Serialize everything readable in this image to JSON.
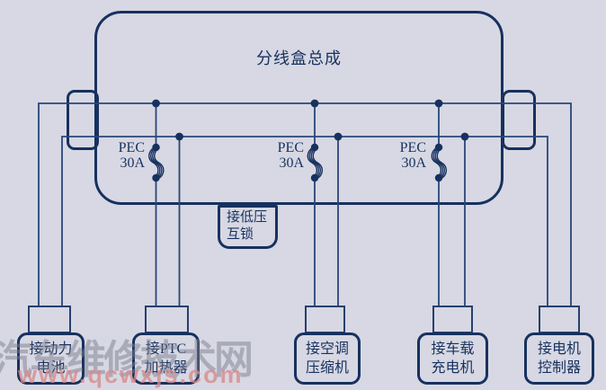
{
  "diagram": {
    "title": "分线盒总成",
    "interlock": {
      "line1": "接低压",
      "line2": "互锁"
    },
    "fuses": [
      {
        "name": "PEC",
        "rating": "30A"
      },
      {
        "name": "PEC",
        "rating": "30A"
      },
      {
        "name": "PEC",
        "rating": "30A"
      }
    ],
    "connectors": [
      {
        "line1": "接动力",
        "line2": "电池"
      },
      {
        "line1": "接PTC",
        "line2": "加热器"
      },
      {
        "line1": "接空调",
        "line2": "压缩机"
      },
      {
        "line1": "接车载",
        "line2": "充电机"
      },
      {
        "line1": "接电机",
        "line2": "控制器"
      }
    ],
    "colors": {
      "background": "#d7d8e3",
      "line": "#17315f",
      "thin_wire": "#2a4679",
      "watermark_gray": "#7f7f90",
      "watermark_red": "#d88a8a"
    }
  },
  "watermark": {
    "site": "汽车维修技术网",
    "url": "www.qcwxjs.com"
  }
}
